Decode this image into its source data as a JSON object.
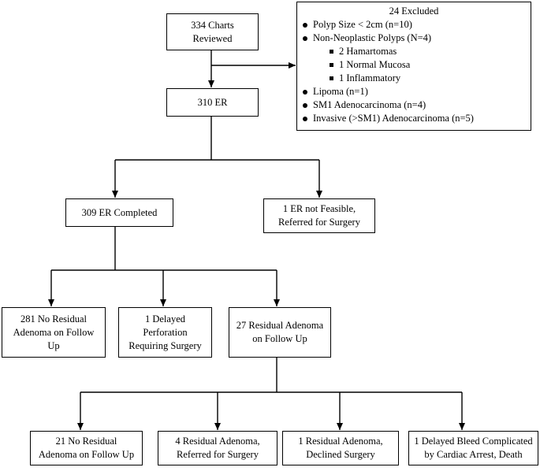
{
  "boxes": {
    "charts": [
      "334 Charts",
      "Reviewed"
    ],
    "er": [
      "310 ER"
    ],
    "excluded": {
      "title": "24 Excluded",
      "items": [
        {
          "text": "Polyp Size < 2cm (n=10)",
          "level": "main"
        },
        {
          "text": "Non-Neoplastic Polyps (N=4)",
          "level": "main"
        },
        {
          "text": "2 Hamartomas",
          "level": "sub"
        },
        {
          "text": "1 Normal Mucosa",
          "level": "sub"
        },
        {
          "text": "1 Inflammatory",
          "level": "sub"
        },
        {
          "text": "Lipoma (n=1)",
          "level": "main"
        },
        {
          "text": "SM1 Adenocarcinoma (n=4)",
          "level": "main"
        },
        {
          "text": "Invasive (>SM1) Adenocarcinoma (n=5)",
          "level": "main"
        }
      ]
    },
    "completed": [
      "309 ER Completed"
    ],
    "not_feasible": [
      "1 ER not Feasible,",
      "Referred for Surgery"
    ],
    "no_residual_281": [
      "281 No Residual",
      "Adenoma on Follow",
      "Up"
    ],
    "perforation": [
      "1 Delayed",
      "Perforation",
      "Requiring Surgery"
    ],
    "residual_27": [
      "27 Residual Adenoma",
      "on Follow Up"
    ],
    "no_residual_21": [
      "21 No Residual",
      "Adenoma on Follow Up"
    ],
    "referred_4": [
      "4 Residual Adenoma,",
      "Referred for Surgery"
    ],
    "declined_1": [
      "1 Residual Adenoma,",
      "Declined Surgery"
    ],
    "bleed_1": [
      "1 Delayed Bleed Complicated",
      "by Cardiac Arrest, Death"
    ]
  }
}
